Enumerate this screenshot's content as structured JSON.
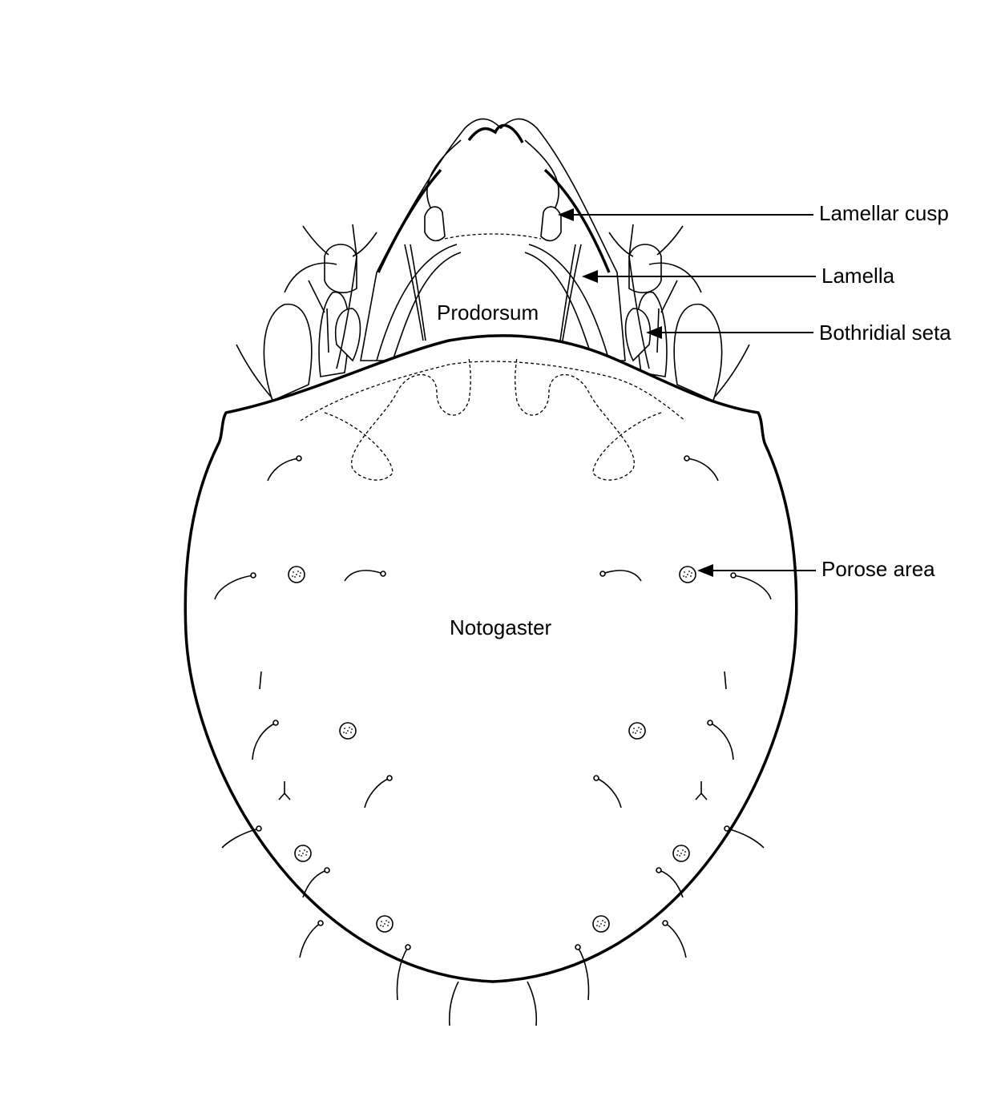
{
  "labels": {
    "lamellar_cusp": "Lamellar cusp",
    "lamella": "Lamella",
    "bothridial_seta": "Bothridial seta",
    "porose_area": "Porose area",
    "prodorsum": "Prodorsum",
    "notogaster": "Notogaster"
  },
  "colors": {
    "line": "#000000",
    "background": "#ffffff"
  }
}
